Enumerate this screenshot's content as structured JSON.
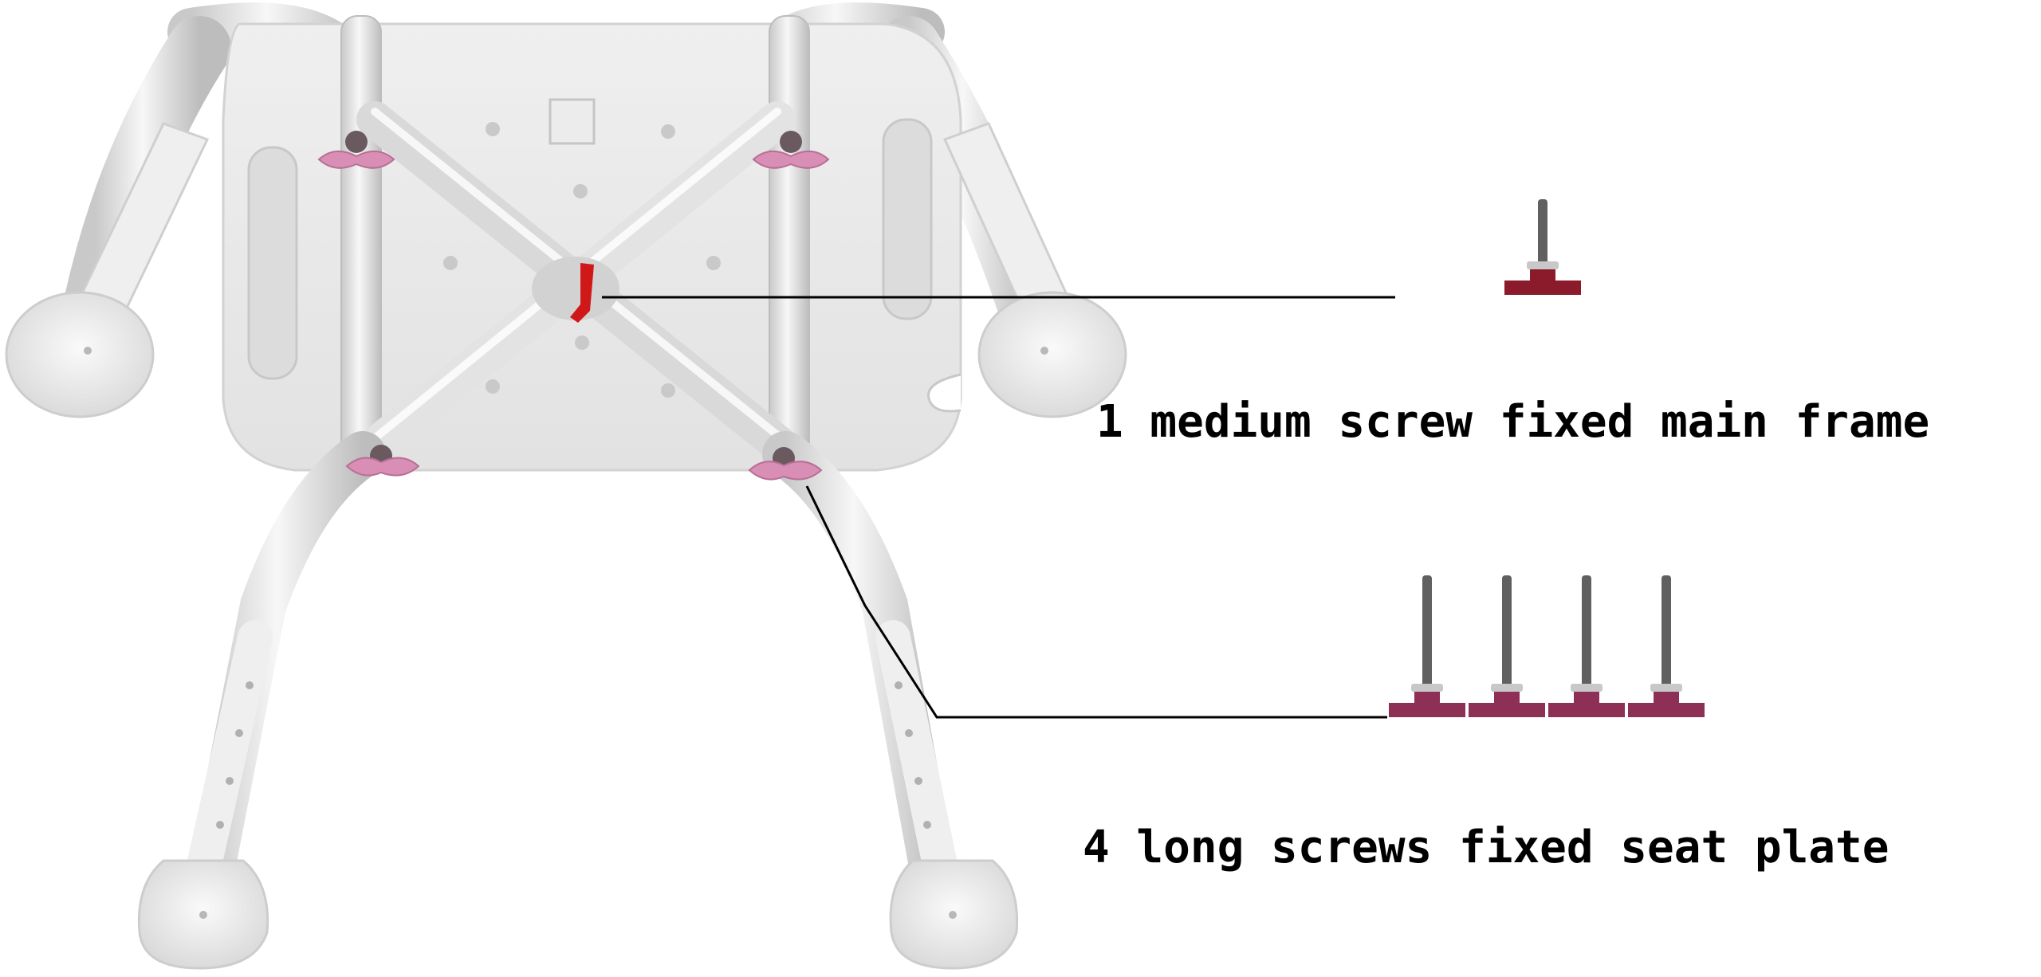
{
  "labels": {
    "medium_screw": "1 medium screw fixed main frame",
    "long_screws": "4 long screws fixed seat plate"
  },
  "parts": {
    "medium_screw_count": 1,
    "long_screw_count": 4
  },
  "colors": {
    "background": "#ffffff",
    "chair_frame": "#e6e6e6",
    "seat_panel": "#ebebeb",
    "wing_knob": "#d98fb5",
    "red_screw": "#d01818",
    "medium_screw_head": "#8b1a2a",
    "long_screw_head": "#8e2f55",
    "screw_shaft": "#606060",
    "leader_line": "#000000",
    "label_text": "#000000"
  }
}
